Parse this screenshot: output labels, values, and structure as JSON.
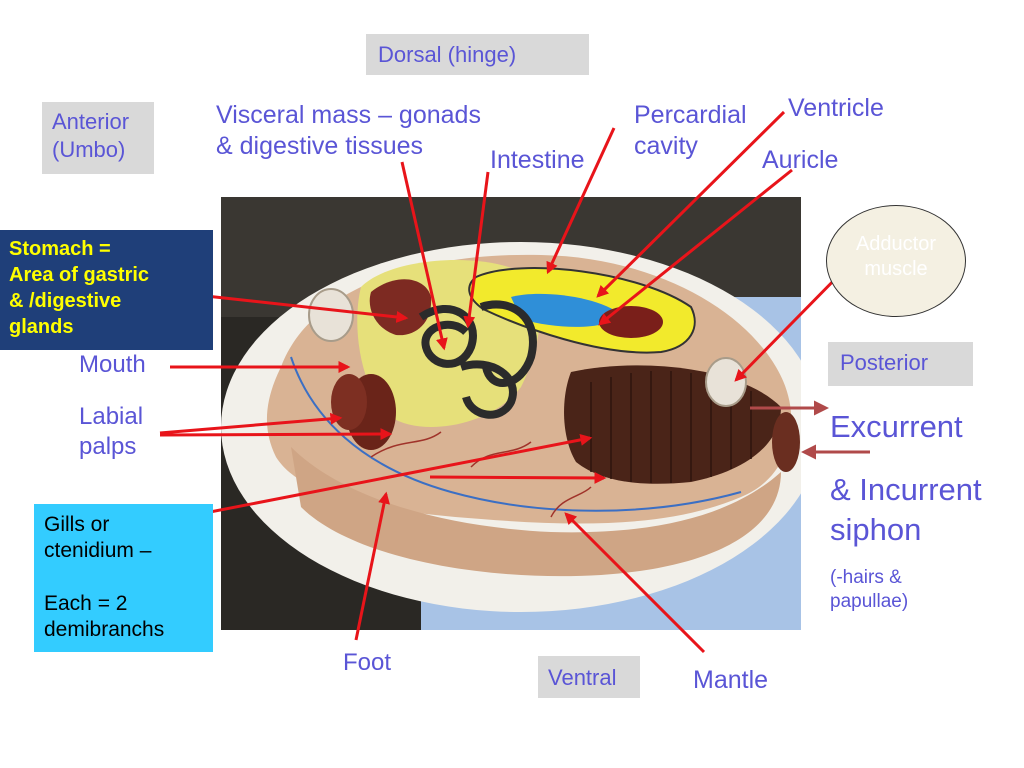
{
  "labels": {
    "dorsal": "Dorsal (hinge)",
    "anterior": "Anterior\n(Umbo)",
    "posterior": "Posterior",
    "ventral": "Ventral",
    "visceral_mass": "Visceral mass – gonads\n& digestive tissues",
    "intestine": "Intestine",
    "pericardial": "Percardial\ncavity",
    "ventricle": "Ventricle",
    "auricle": "Auricle",
    "adductor": "Adductor\nmuscle",
    "stomach": "Stomach =\nArea of gastric\n& /digestive\nglands",
    "mouth": "Mouth",
    "labial_palps": "Labial\npalps",
    "excurrent": "Excurrent",
    "incurrent": "& Incurrent\nsiphon",
    "hairs": "(-hairs &\npapullae)",
    "gills": "Gills or\nctenidium –\n\nEach = 2\ndemibranchs",
    "foot": "Foot",
    "mantle": "Mantle"
  },
  "colors": {
    "label_text": "#5a55d6",
    "gray_box": "#d9d9d9",
    "stomach_box": "#1f3f79",
    "stomach_text": "#ffff00",
    "gills_box": "#33ccff",
    "arrow": "#e8141a",
    "siphon_arrow": "#b04a4a"
  }
}
